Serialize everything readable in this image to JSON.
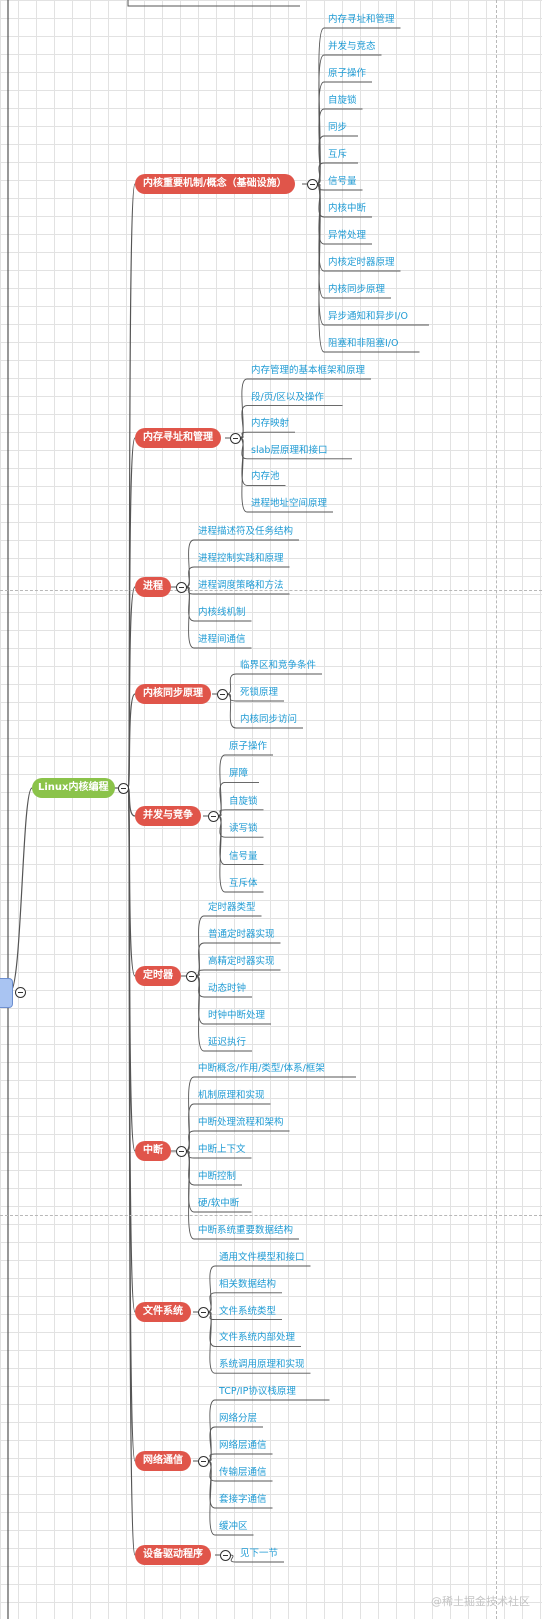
{
  "root": {
    "label": "Linux内核编程"
  },
  "branches": [
    {
      "label": "内核重要机制/概念（基础设施）",
      "leaves": [
        "内存寻址和管理",
        "并发与竞态",
        "原子操作",
        "自旋锁",
        "同步",
        "互斥",
        "信号量",
        "内核中断",
        "异常处理",
        "内核定时器原理",
        "内核同步原理",
        "异步通知和异步I/O",
        "阻塞和非阻塞I/O"
      ]
    },
    {
      "label": "内存寻址和管理",
      "leaves": [
        "内存管理的基本框架和原理",
        "段/页/区以及操作",
        "内存映射",
        "slab层原理和接口",
        "内存池",
        "进程地址空间原理"
      ]
    },
    {
      "label": "进程",
      "leaves": [
        "进程描述符及任务结构",
        "进程控制实践和原理",
        "进程调度策略和方法",
        "内核线机制",
        "进程间通信"
      ]
    },
    {
      "label": "内核同步原理",
      "leaves": [
        "临界区和竞争条件",
        "死锁原理",
        "内核同步访问"
      ]
    },
    {
      "label": "并发与竞争",
      "leaves": [
        "原子操作",
        "屏障",
        "自旋锁",
        "读写锁",
        "信号量",
        "互斥体"
      ]
    },
    {
      "label": "定时器",
      "leaves": [
        "定时器类型",
        "普通定时器实现",
        "高精定时器实现",
        "动态时钟",
        "时钟中断处理",
        "延迟执行"
      ]
    },
    {
      "label": "中断",
      "leaves": [
        "中断概念/作用/类型/体系/框架",
        "机制原理和实现",
        "中断处理流程和架构",
        "中断上下文",
        "中断控制",
        "硬/软中断",
        "中断系统重要数据结构"
      ]
    },
    {
      "label": "文件系统",
      "leaves": [
        "通用文件模型和接口",
        "相关数据结构",
        "文件系统类型",
        "文件系统内部处理",
        "系统调用原理和实现"
      ]
    },
    {
      "label": "网络通信",
      "leaves": [
        "TCP/IP协议栈原理",
        "网络分层",
        "网络层通信",
        "传输层通信",
        "套接字通信",
        "缓冲区"
      ]
    },
    {
      "label": "设备驱动程序",
      "leaves": [
        "见下一节"
      ]
    }
  ],
  "watermark": "@稀土掘金技术社区",
  "colors": {
    "root": "#8bc34a",
    "branch": "#e0554a",
    "leaf_text": "#1f9bd4",
    "line": "#555555"
  }
}
